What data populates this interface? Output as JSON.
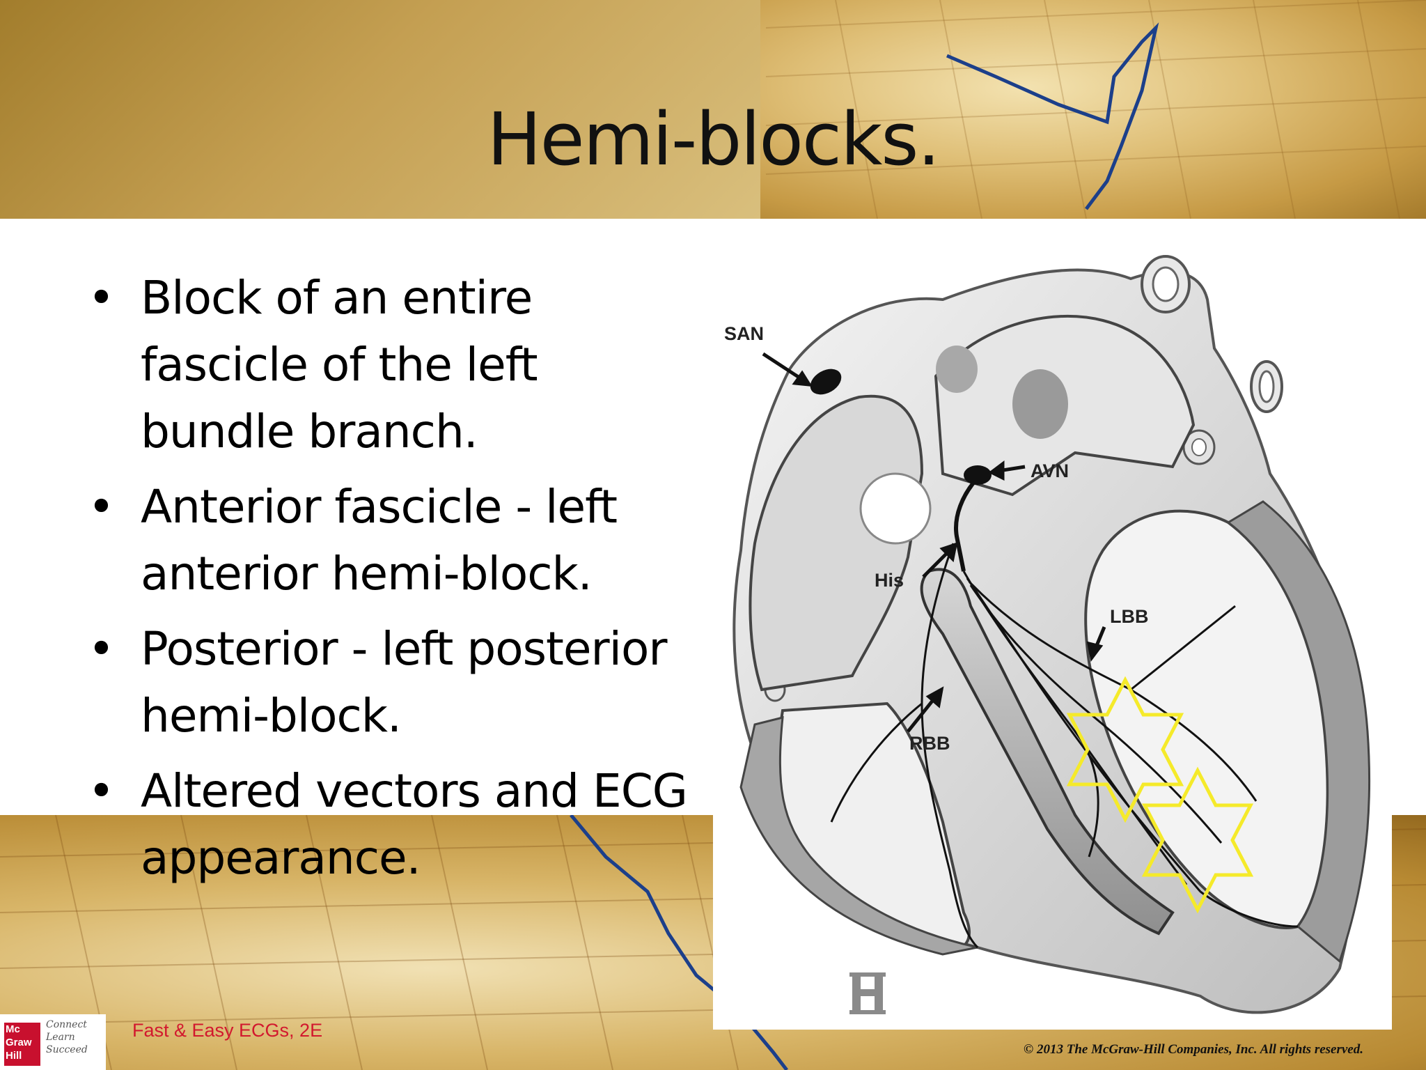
{
  "slide": {
    "title": "Hemi-blocks.",
    "bullets": [
      "Block of an entire fascicle of the left bundle branch.",
      "Anterior fascicle - left anterior hemi-block.",
      "Posterior - left posterior hemi-block.",
      "Altered vectors and ECG appearance."
    ],
    "bullet_symbol": "•"
  },
  "figure": {
    "labels": {
      "san": "SAN",
      "avn": "AVN",
      "his": "His",
      "lbb": "LBB",
      "rbb": "RBB"
    },
    "highlight_color": "#f5ea2a"
  },
  "footer": {
    "logo": {
      "mark_lines": [
        "Mc",
        "Graw",
        "Hill"
      ],
      "tagline": [
        "Connect",
        "Learn",
        "Succeed"
      ]
    },
    "book_title": "Fast & Easy ECGs, 2E",
    "copyright": "© 2013 The McGraw-Hill Companies, Inc. All rights reserved.",
    "book_title_color": "#d2182e"
  }
}
